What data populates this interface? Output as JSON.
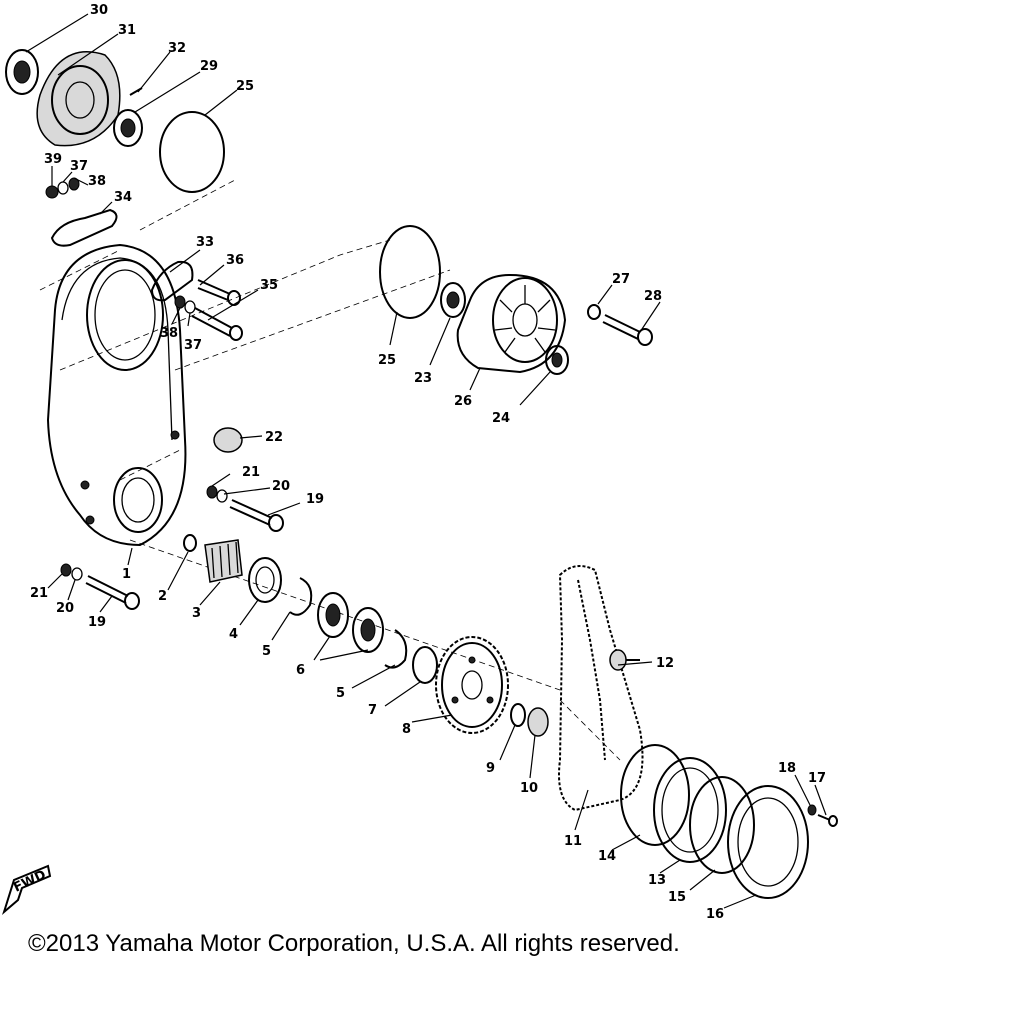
{
  "labels": [
    "30",
    "31",
    "32",
    "29",
    "25",
    "39",
    "37",
    "38",
    "34",
    "33",
    "36",
    "35",
    "38",
    "37",
    "25",
    "23",
    "26",
    "24",
    "27",
    "28",
    "22",
    "21",
    "20",
    "19",
    "21",
    "20",
    "19",
    "1",
    "2",
    "3",
    "4",
    "5",
    "6",
    "5",
    "7",
    "8",
    "9",
    "10",
    "11",
    "12",
    "14",
    "13",
    "15",
    "16",
    "18",
    "17"
  ],
  "fwd_text": "FWD",
  "copyright": "©2013 Yamaha Motor Corporation, U.S.A. All rights reserved."
}
